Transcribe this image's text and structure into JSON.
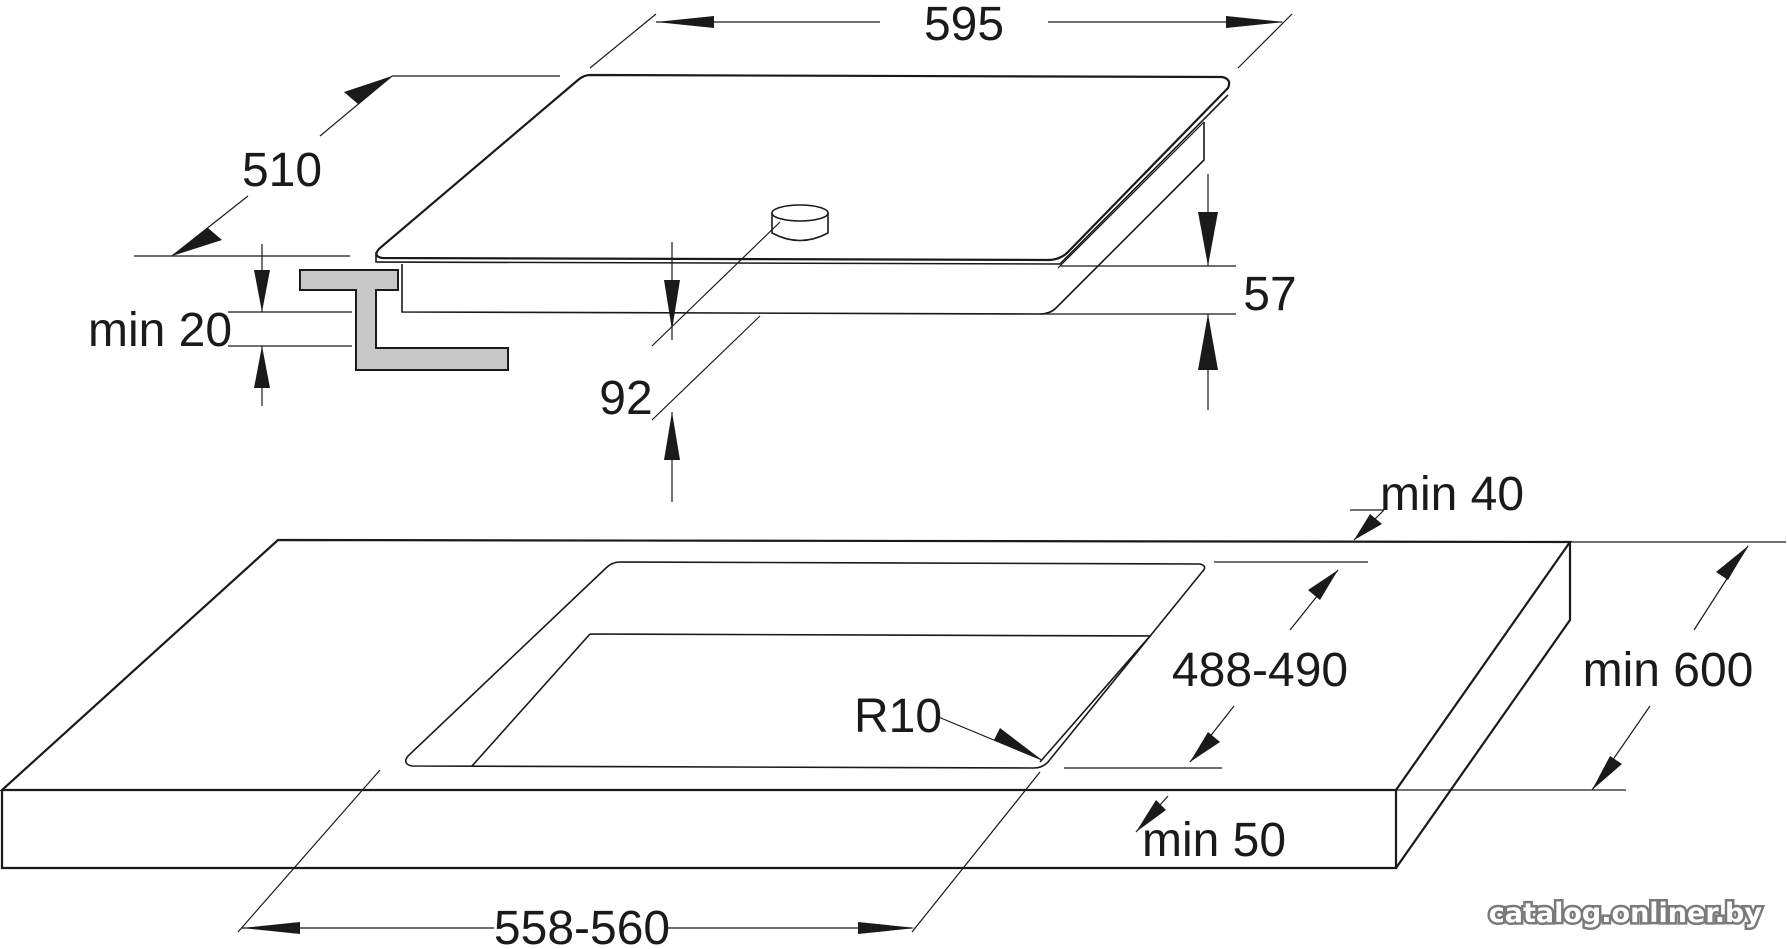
{
  "dimensions": {
    "hob_width": "595",
    "hob_depth": "510",
    "hob_height": "57",
    "min_gap_under_worktop": "min 20",
    "install_depth": "92",
    "edge_distance_back": "min 40",
    "cutout_depth": "488-490",
    "corner_radius": "R10",
    "worktop_depth": "min 600",
    "edge_distance_front": "min 50",
    "cutout_width": "558-560"
  },
  "watermark": "catalog.onliner.by"
}
